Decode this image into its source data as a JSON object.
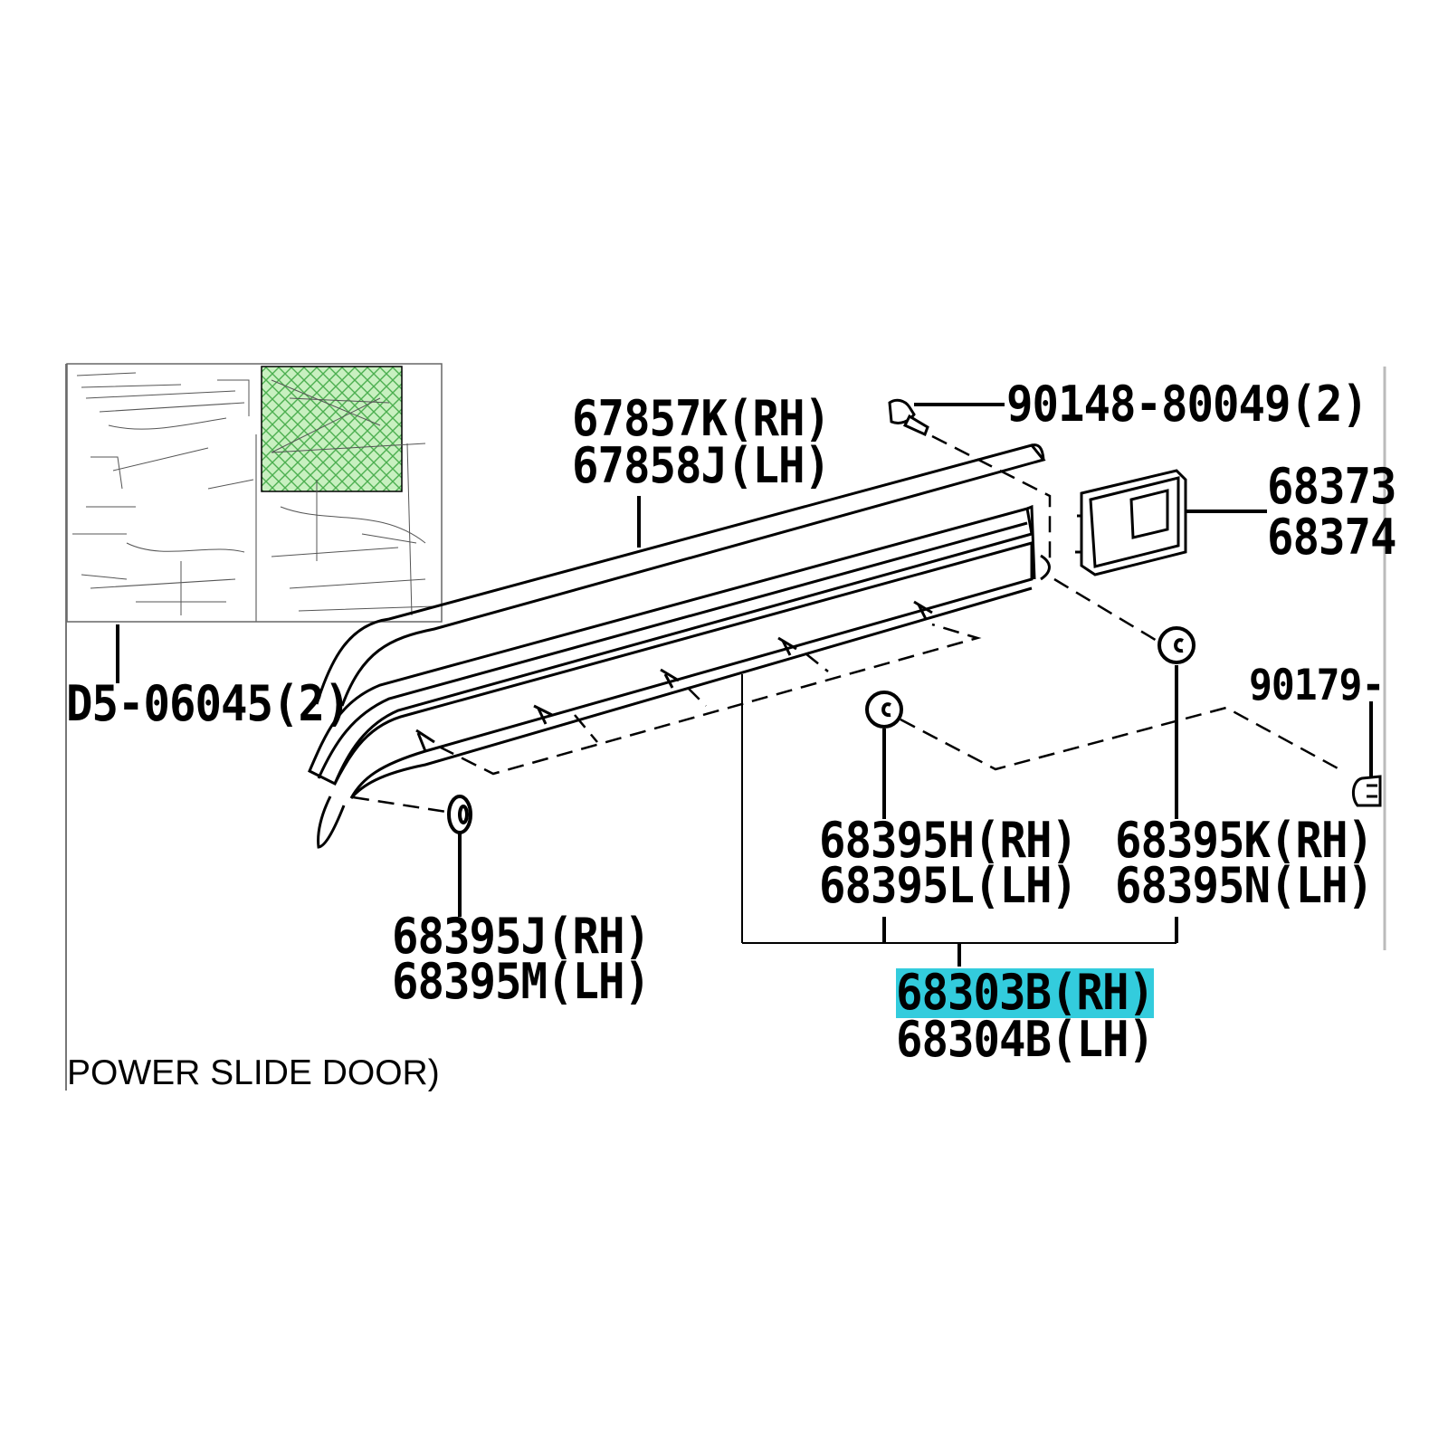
{
  "labels": {
    "l_67857K": "67857K(RH)",
    "l_67858J": "67858J(LH)",
    "l_90148": "90148-80049(2)",
    "l_68373": "68373",
    "l_68374": "68374",
    "l_90179": "90179-",
    "l_d5": "D5-06045(2)",
    "l_68395H": "68395H(RH)",
    "l_68395L": "68395L(LH)",
    "l_68395K": "68395K(RH)",
    "l_68395N": "68395N(LH)",
    "l_68395J": "68395J(RH)",
    "l_68395M": "68395M(LH)",
    "l_68303B": "68303B(RH)",
    "l_68304B": "68304B(LH)"
  },
  "caption": "POWER SLIDE DOOR)",
  "colors": {
    "highlight": "#33ccdd",
    "inset_hatch": "#4caf50",
    "inset_fill": "#c8f0c0",
    "line": "#000000"
  },
  "highlighted_part": "68303B(RH)"
}
